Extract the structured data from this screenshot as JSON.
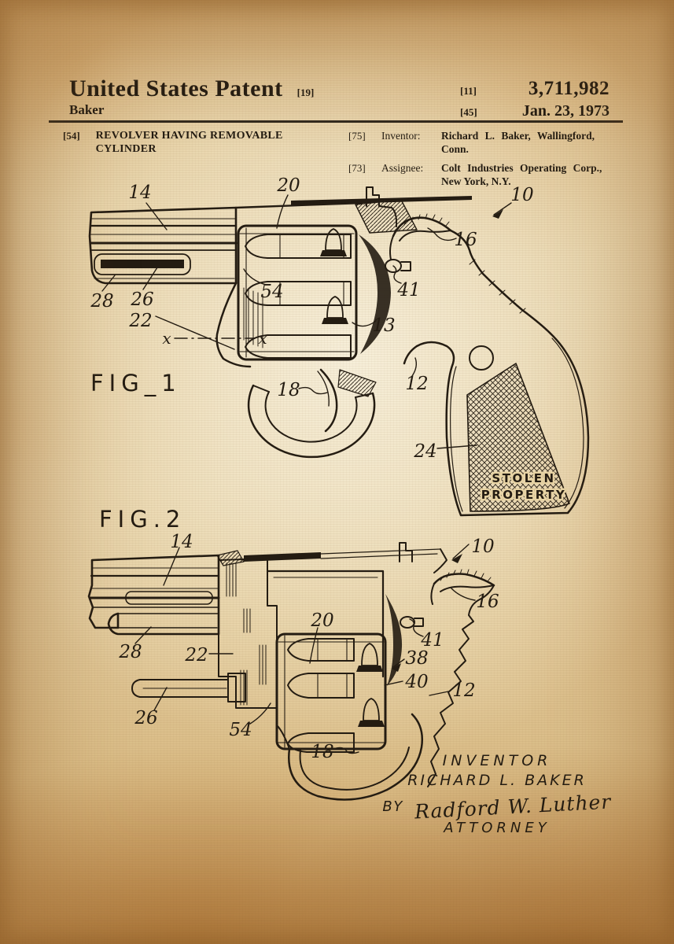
{
  "colors": {
    "paper_light": "#f2e6c6",
    "paper_mid": "#e0c491",
    "paper_edge": "#a9763a",
    "ink": "#241c12"
  },
  "header": {
    "title": "United States Patent",
    "code": "[19]",
    "applicant": "Baker",
    "patent_number_label": "[11]",
    "patent_number": "3,711,982",
    "date_label": "[45]",
    "date": "Jan. 23, 1973"
  },
  "biblio": {
    "title_num": "[54]",
    "title_line1": "REVOLVER HAVING REMOVABLE",
    "title_line2": "CYLINDER",
    "inventor_num": "[75]",
    "inventor_label": "Inventor:",
    "inventor_line1": "Richard L. Baker, Wallingford,",
    "inventor_line2": "Conn.",
    "assignee_num": "[73]",
    "assignee_label": "Assignee:",
    "assignee_line1": "Colt Industries Operating Corp.,",
    "assignee_line2": "New York, N.Y."
  },
  "fig1": {
    "label": "FIG_1",
    "x_marker": "x",
    "grip_line1": "STOLEN",
    "grip_line2": "PROPERTY",
    "c14": "14",
    "c20": "20",
    "c10": "10",
    "c16": "16",
    "c41": "41",
    "c28": "28",
    "c26": "26",
    "c54": "54",
    "c22": "22",
    "c13": "13",
    "c18": "18",
    "c12": "12",
    "c24": "24"
  },
  "fig2": {
    "label": "FIG.2",
    "c14": "14",
    "c10": "10",
    "c16": "16",
    "c28": "28",
    "c22": "22",
    "c20": "20",
    "c41": "41",
    "c38": "38",
    "c40": "40",
    "c12": "12",
    "c26": "26",
    "c54": "54",
    "c18": "18"
  },
  "signature": {
    "inventor_caption": "INVENTOR",
    "inventor_name": "RICHARD L. BAKER",
    "by_label": "BY",
    "attorney_signature": "Radford W. Luther",
    "attorney_caption": "ATTORNEY"
  }
}
